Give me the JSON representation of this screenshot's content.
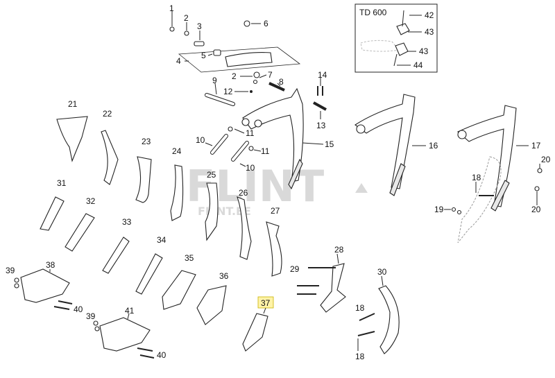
{
  "watermark": {
    "brand": "FLINT",
    "site": "FLINT.EE"
  },
  "inset": {
    "title": "TD 600",
    "labels": [
      "42",
      "43",
      "43",
      "44"
    ]
  },
  "callouts": {
    "c1": "1",
    "c2a": "2",
    "c3": "3",
    "c6": "6",
    "c5": "5",
    "c4": "4",
    "c2b": "2",
    "c7": "7",
    "c8": "8",
    "c9": "9",
    "c12": "12",
    "c14": "14",
    "c13": "13",
    "c15": "15",
    "c16": "16",
    "c17": "17",
    "c10a": "10",
    "c11a": "11",
    "c11b": "11",
    "c10b": "10",
    "c21": "21",
    "c22": "22",
    "c23": "23",
    "c24": "24",
    "c25": "25",
    "c26": "26",
    "c27": "27",
    "c31": "31",
    "c32": "32",
    "c33": "33",
    "c34": "34",
    "c35": "35",
    "c36": "36",
    "c37": "37",
    "c28": "28",
    "c29": "29",
    "c30": "30",
    "c18a": "18",
    "c18b": "18",
    "c18c": "18",
    "c19": "19",
    "c20a": "20",
    "c20b": "20",
    "c38": "38",
    "c39a": "39",
    "c40a": "40",
    "c41": "41",
    "c39b": "39",
    "c40b": "40"
  },
  "highlight": {
    "part": "37",
    "color": "#fff3a8"
  }
}
